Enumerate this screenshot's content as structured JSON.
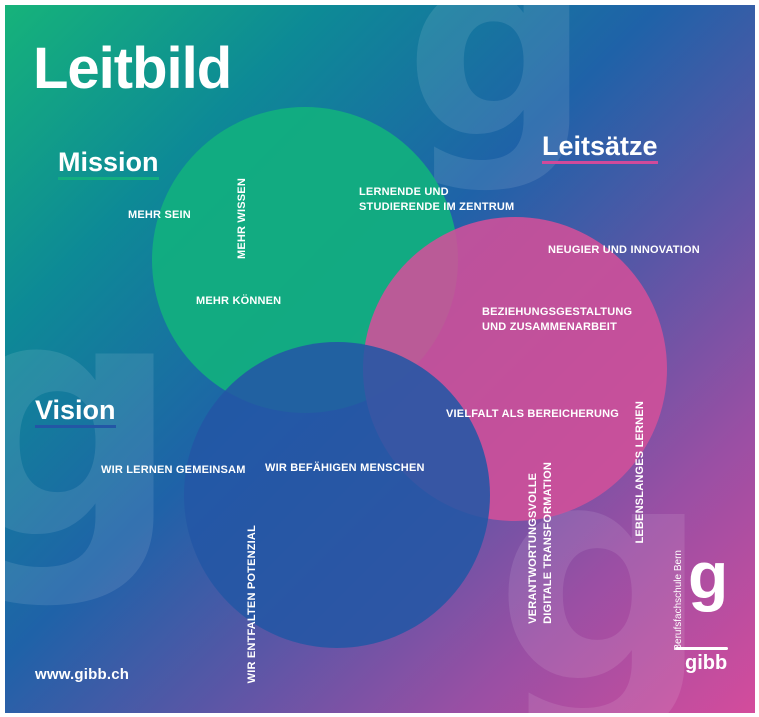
{
  "title": "Leitbild",
  "sections": {
    "mission": "Mission",
    "leitsaetze": "Leitsätze",
    "vision": "Vision"
  },
  "mission_items": [
    "MEHR SEIN",
    "MEHR WISSEN",
    "MEHR KÖNNEN"
  ],
  "leitsaetze_items": [
    "LERNENDE UND\nSTUDIERENDE IM ZENTRUM",
    "NEUGIER UND INNOVATION",
    "BEZIEHUNGSGESTALTUNG\nUND ZUSAMMENARBEIT",
    "VIELFALT ALS BEREICHERUNG",
    "LEBENSLANGES LERNEN",
    "VERANTWORTUNGSVOLLE\nDIGITALE TRANSFORMATION"
  ],
  "vision_items": [
    "WIR LERNEN GEMEINSAM",
    "WIR BEFÄHIGEN MENSCHEN",
    "WIR ENTFALTEN POTENZIAL"
  ],
  "website": "www.gibb.ch",
  "logo": {
    "subtitle": "Berufsfachschule Bern",
    "letter": "g",
    "name": "gibb"
  },
  "colors": {
    "green": "#12ae80",
    "pink": "#d2509a",
    "blue": "#2356a5"
  }
}
